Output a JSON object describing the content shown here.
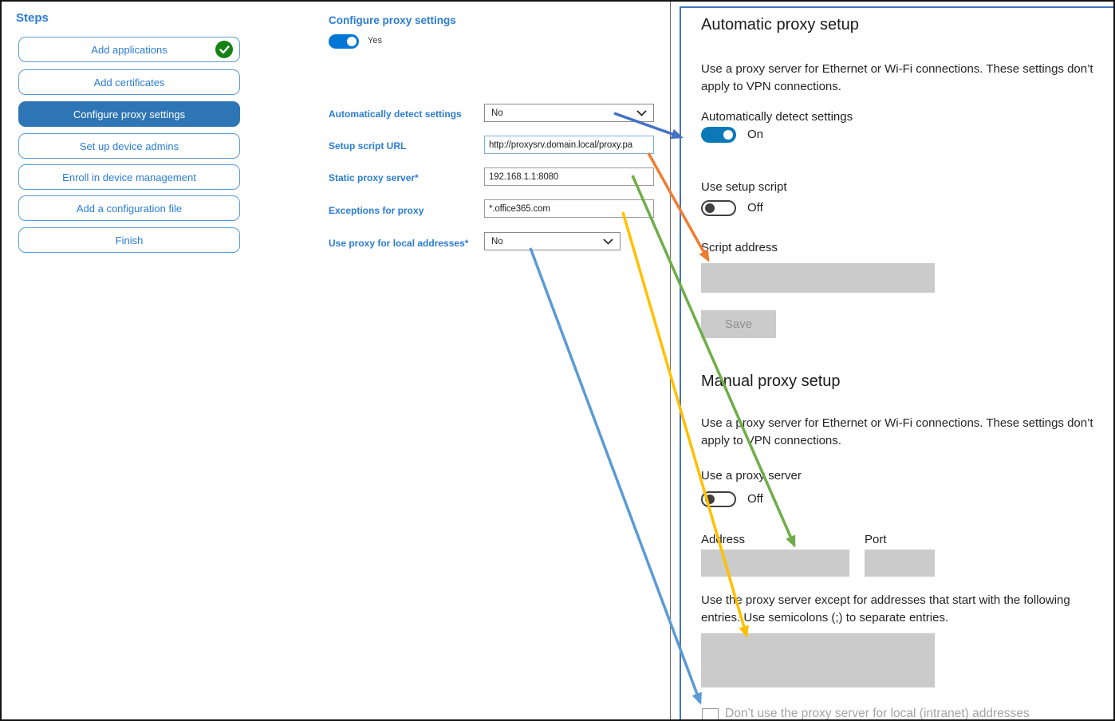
{
  "steps": {
    "title": "Steps",
    "items": [
      {
        "label": "Add applications",
        "completed": true,
        "selected": false
      },
      {
        "label": "Add certificates",
        "completed": false,
        "selected": false
      },
      {
        "label": "Configure proxy settings",
        "completed": false,
        "selected": true
      },
      {
        "label": "Set up device admins",
        "completed": false,
        "selected": false
      },
      {
        "label": "Enroll in device management",
        "completed": false,
        "selected": false
      },
      {
        "label": "Add a configuration file",
        "completed": false,
        "selected": false
      },
      {
        "label": "Finish",
        "completed": false,
        "selected": false
      }
    ]
  },
  "editor": {
    "title": "Configure proxy settings",
    "enabled_toggle": {
      "state": "on",
      "label": "Yes"
    },
    "fields": [
      {
        "label": "Automatically detect settings",
        "type": "select",
        "value": "No"
      },
      {
        "label": "Setup script URL",
        "type": "text",
        "value": "http://proxysrv.domain.local/proxy.pa",
        "focused": true
      },
      {
        "label": "Static proxy server*",
        "type": "text",
        "value": "192.168.1.1:8080"
      },
      {
        "label": "Exceptions for proxy",
        "type": "text",
        "value": "*.office365.com"
      },
      {
        "label": "Use proxy for local addresses*",
        "type": "select",
        "value": "No"
      }
    ]
  },
  "settings_panel": {
    "automatic": {
      "heading": "Automatic proxy setup",
      "description": "Use a proxy server for Ethernet or Wi-Fi connections. These settings don’t apply to VPN connections.",
      "detect_label": "Automatically detect settings",
      "detect_state": "On",
      "script_toggle_label": "Use setup script",
      "script_toggle_state": "Off",
      "script_address_label": "Script address",
      "script_address_value": "",
      "save_label": "Save"
    },
    "manual": {
      "heading": "Manual proxy setup",
      "description": "Use a proxy server for Ethernet or Wi-Fi connections. These settings don’t apply to VPN connections.",
      "proxy_toggle_label": "Use a proxy server",
      "proxy_toggle_state": "Off",
      "address_label": "Address",
      "address_value": "",
      "port_label": "Port",
      "port_value": "",
      "exceptions_help": "Use the proxy server except for addresses that start with the following entries. Use semicolons (;) to separate entries.",
      "exceptions_value": "",
      "intranet_checkbox_label": "Don’t use the proxy server for local (intranet) addresses",
      "intranet_checkbox_checked": false
    }
  },
  "arrows": [
    {
      "name": "detect-settings-arrow",
      "color": "#4472C4",
      "from": "Automatically detect settings dropdown",
      "to": "Automatically detect settings toggle"
    },
    {
      "name": "setup-script-url-arrow",
      "color": "#ED7D31",
      "from": "Setup script URL field",
      "to": "Script address field"
    },
    {
      "name": "static-proxy-arrow",
      "color": "#70AD47",
      "from": "Static proxy server field",
      "to": "Address field"
    },
    {
      "name": "exceptions-arrow",
      "color": "#FFC000",
      "from": "Exceptions for proxy field",
      "to": "Exceptions entry box"
    },
    {
      "name": "local-addresses-arrow",
      "color": "#5B9BD5",
      "from": "Use proxy for local addresses dropdown",
      "to": "Intranet addresses checkbox"
    }
  ],
  "colors": {
    "accent_blue_text": "#2B7CD3",
    "selected_step_bg": "#2E75B6",
    "step_border": "#5B9BD5",
    "completed_green": "#168216",
    "panel_border_blue": "#4472C4",
    "toggle_on_blue": "#0B79B8",
    "disabled_gray": "#CBCBCB"
  }
}
